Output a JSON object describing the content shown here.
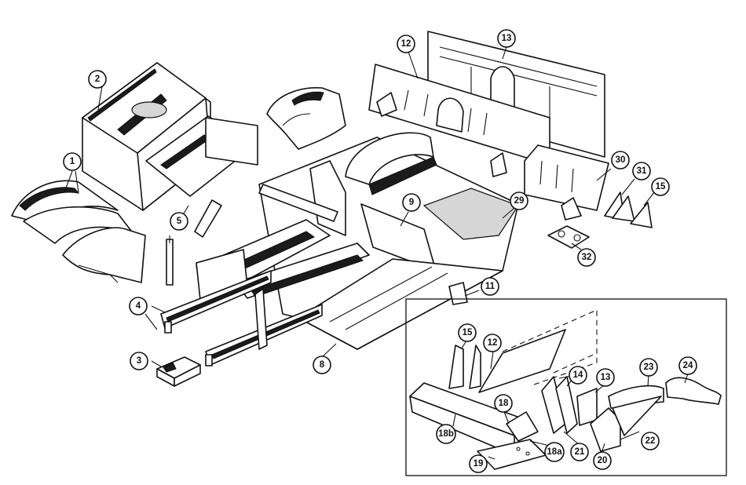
{
  "callouts": [
    {
      "id": "c1",
      "label": "1"
    },
    {
      "id": "c2",
      "label": "2"
    },
    {
      "id": "c3",
      "label": "3"
    },
    {
      "id": "c4",
      "label": "4"
    },
    {
      "id": "c5",
      "label": "5"
    },
    {
      "id": "c8",
      "label": "8"
    },
    {
      "id": "c9",
      "label": "9"
    },
    {
      "id": "c11",
      "label": "11"
    },
    {
      "id": "c12",
      "label": "12"
    },
    {
      "id": "c13",
      "label": "13"
    },
    {
      "id": "c15",
      "label": "15"
    },
    {
      "id": "c29",
      "label": "29"
    },
    {
      "id": "c30",
      "label": "30"
    },
    {
      "id": "c31",
      "label": "31"
    },
    {
      "id": "c32",
      "label": "32"
    },
    {
      "id": "i15",
      "label": "15"
    },
    {
      "id": "i12",
      "label": "12"
    },
    {
      "id": "i14",
      "label": "14"
    },
    {
      "id": "i13",
      "label": "13"
    },
    {
      "id": "i23",
      "label": "23"
    },
    {
      "id": "i24",
      "label": "24"
    },
    {
      "id": "i18",
      "label": "18"
    },
    {
      "id": "i18b",
      "label": "18b"
    },
    {
      "id": "i18a",
      "label": "18a"
    },
    {
      "id": "i21",
      "label": "21"
    },
    {
      "id": "i20",
      "label": "20"
    },
    {
      "id": "i22",
      "label": "22"
    },
    {
      "id": "i19",
      "label": "19"
    }
  ]
}
